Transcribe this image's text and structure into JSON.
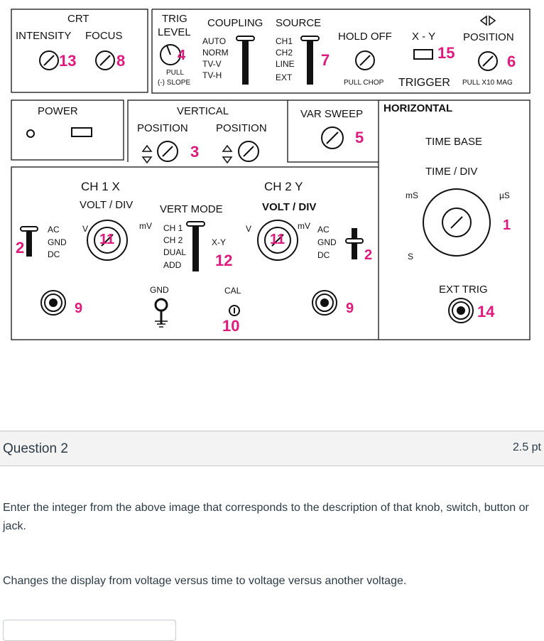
{
  "panel": {
    "crt": {
      "title": "CRT",
      "intensity": "INTENSITY",
      "focus": "FOCUS",
      "n_intensity": "13",
      "n_focus": "8"
    },
    "trig": {
      "title_1": "TRIG",
      "title_2": "LEVEL",
      "n": "4",
      "pull": "PULL",
      "slope": "(-) SLOPE"
    },
    "coupling": {
      "title": "COUPLING",
      "opts": [
        "AUTO",
        "NORM",
        "TV-V",
        "TV-H"
      ]
    },
    "source": {
      "title": "SOURCE",
      "opts": [
        "CH1",
        "CH2",
        "LINE",
        "EXT"
      ],
      "n": "7"
    },
    "holdoff": {
      "title": "HOLD OFF",
      "pull": "PULL CHOP"
    },
    "xy": {
      "title": "X - Y",
      "n": "15"
    },
    "hpos": {
      "title": "POSITION",
      "n": "6",
      "pull": "PULL X10 MAG"
    },
    "trigger": "TRIGGER",
    "power": {
      "title": "POWER"
    },
    "vertical": {
      "title": "VERTICAL",
      "pos1": "POSITION",
      "pos2": "POSITION",
      "n": "3"
    },
    "varsweep": {
      "title": "VAR SWEEP",
      "n": "5"
    },
    "horizontal": {
      "title": "HORIZONTAL",
      "timebase": "TIME BASE",
      "timediv": "TIME / DIV",
      "ms": "mS",
      "us": "µS",
      "s": "S",
      "n": "1",
      "exttrig": "EXT TRIG",
      "n_ext": "14"
    },
    "ch1": {
      "title": "CH 1  X",
      "voltdiv": "VOLT / DIV",
      "coupling": [
        "AC",
        "GND",
        "DC"
      ],
      "n_sw": "2",
      "v": "V",
      "mv": "mV",
      "n_knob": "11",
      "n_jack": "9"
    },
    "vertmode": {
      "title": "VERT MODE",
      "opts": [
        "CH 1",
        "CH 2",
        "DUAL",
        "ADD"
      ],
      "xy": "X-Y",
      "n": "12"
    },
    "ch2": {
      "title": "CH 2  Y",
      "voltdiv": "VOLT / DIV",
      "coupling": [
        "AC",
        "GND",
        "DC"
      ],
      "n_sw": "2",
      "v": "V",
      "mv": "mV",
      "n_knob": "11",
      "n_jack": "9"
    },
    "gnd": {
      "title": "GND"
    },
    "cal": {
      "title": "CAL",
      "n": "10"
    }
  },
  "question": {
    "title": "Question 2",
    "points": "2.5 pt",
    "instruction": "Enter the integer from the above image that corresponds to the description of that knob, switch, button or jack.",
    "prompt": "Changes the display from voltage versus time to voltage versus another voltage."
  }
}
